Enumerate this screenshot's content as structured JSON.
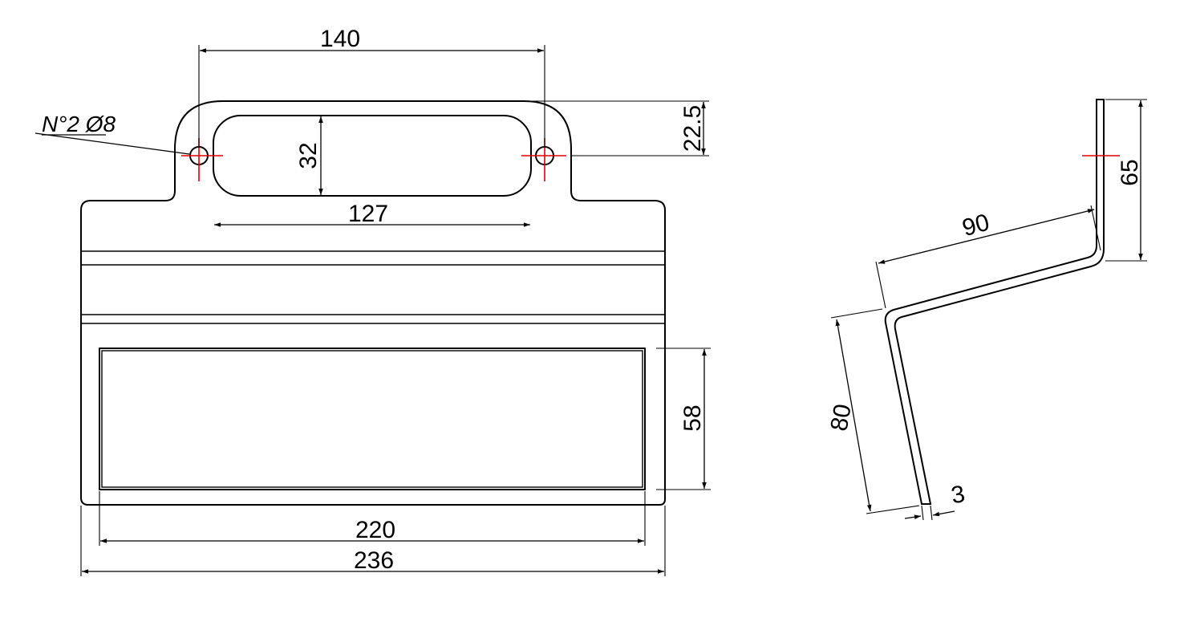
{
  "front_view": {
    "dim_hole_spacing": "140",
    "dim_slot_width": "127",
    "dim_slot_height": "32",
    "dim_hole_offset": "22.5",
    "dim_window_height": "58",
    "dim_window_width": "220",
    "dim_overall_width": "236",
    "hole_callout": "N°2 Ø8"
  },
  "side_view": {
    "dim_top_flange": "65",
    "dim_slope": "90",
    "dim_vertical": "80",
    "dim_thickness": "3"
  },
  "colors": {
    "outline": "#000000",
    "centerline": "#e00000",
    "background": "#ffffff"
  }
}
